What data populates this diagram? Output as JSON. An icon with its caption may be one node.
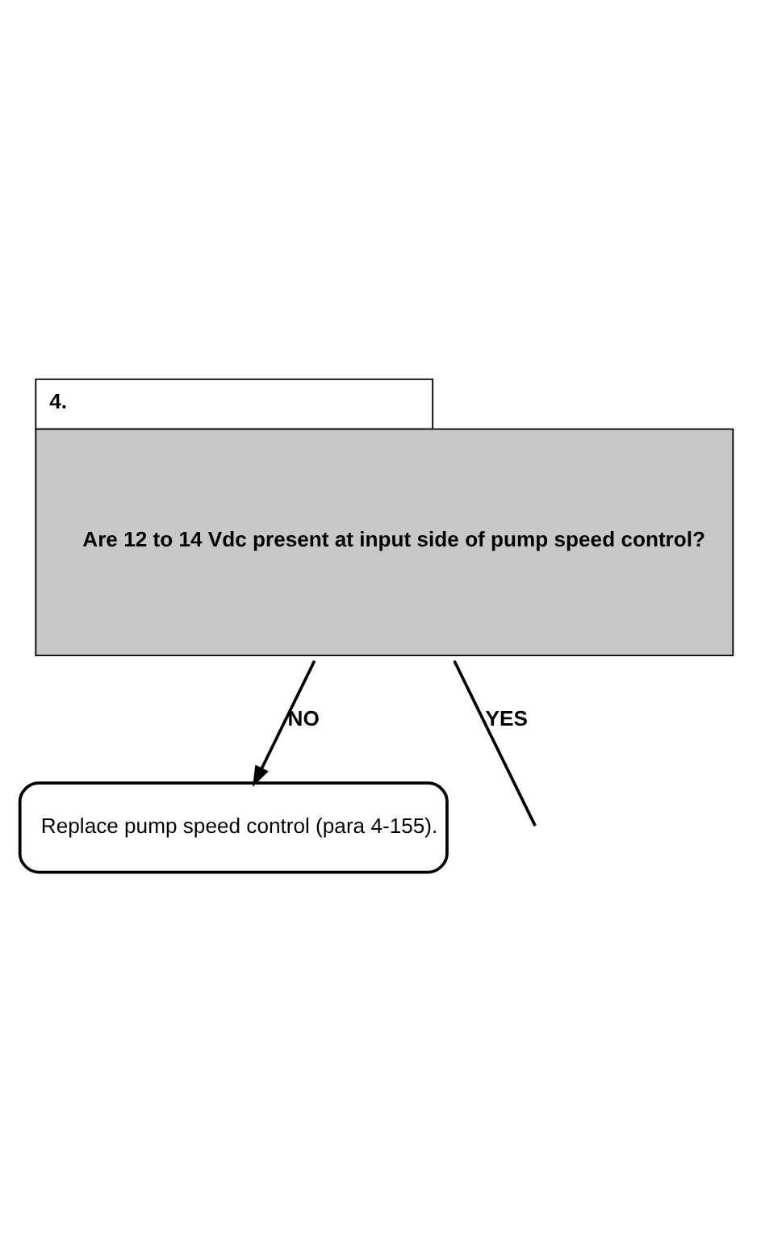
{
  "diagram": {
    "nodes": [
      {
        "text": [
          "4.",
          "Are 12 to 14 Vdc present at input side of pump speed control?"
        ]
      },
      {
        "text": [
          "Replace pump speed control (para 4-155)."
        ]
      }
    ],
    "edges": [
      {
        "from": 0,
        "to": 1,
        "label": "NO",
        "arrow": "to"
      },
      {
        "from": 0,
        "to": null,
        "label": "YES",
        "arrow": "none"
      }
    ]
  }
}
